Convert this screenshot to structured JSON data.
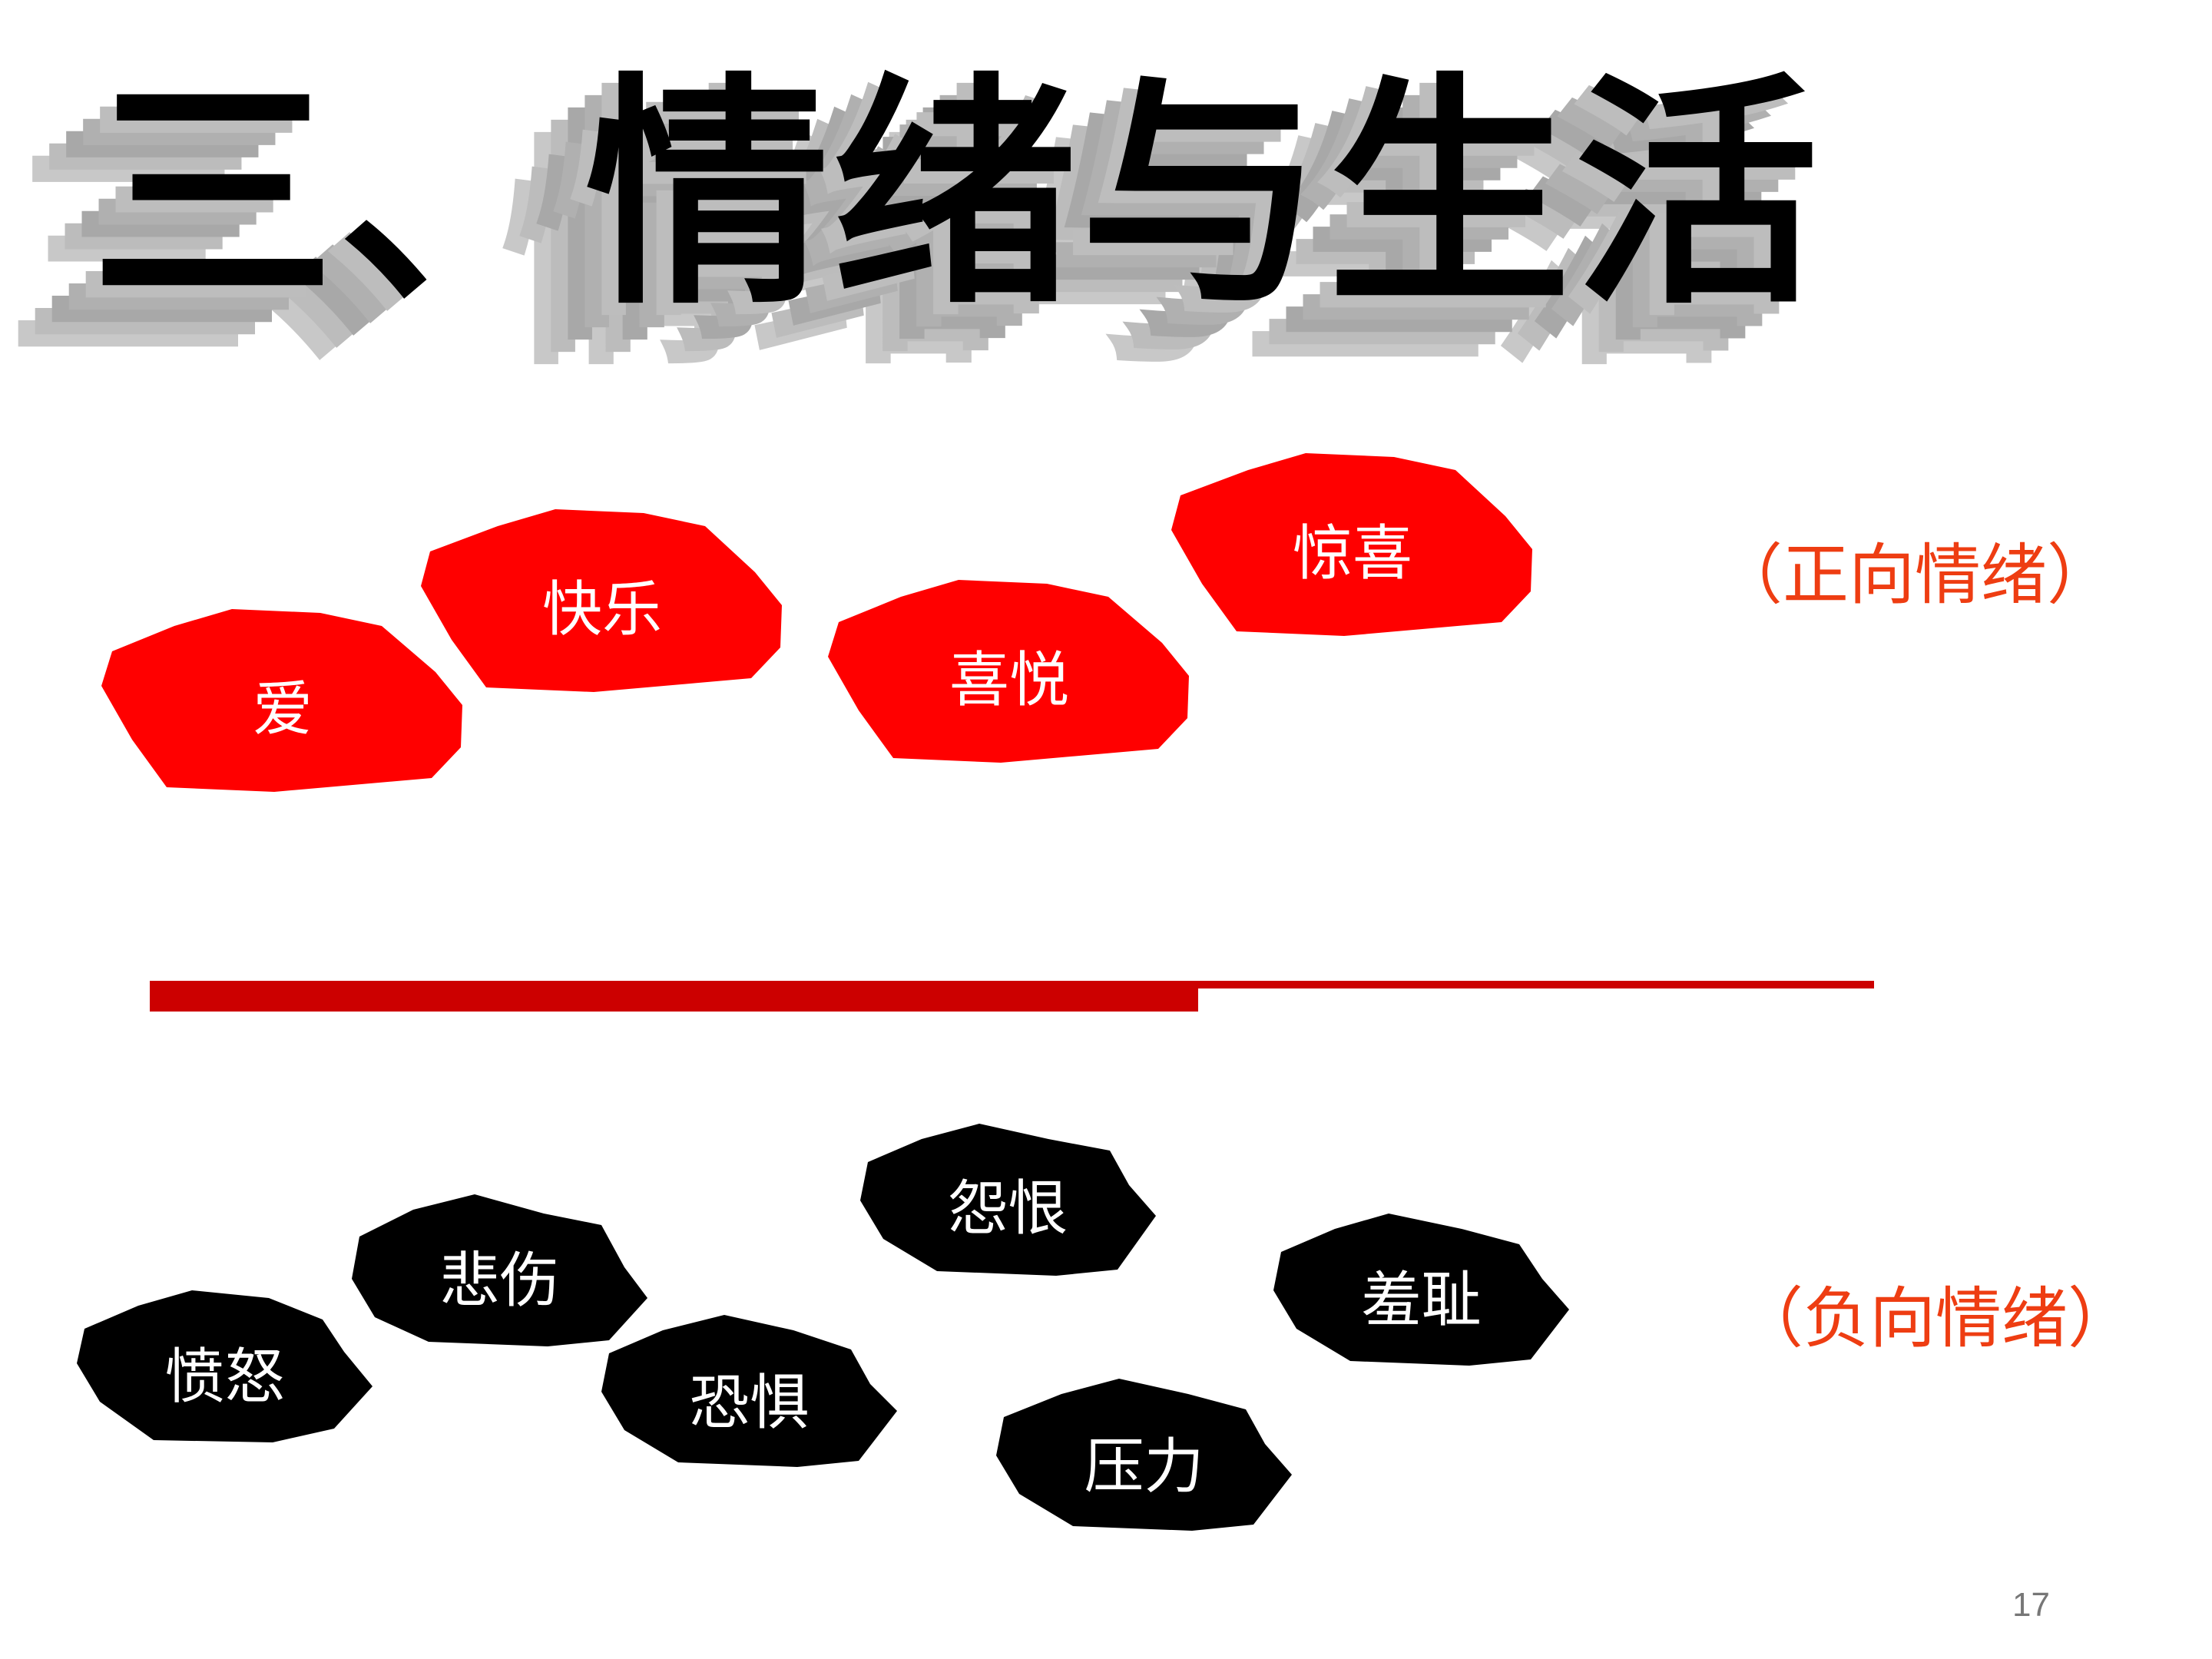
{
  "title": "三、情绪与生活",
  "positive": {
    "caption": "（正向情绪）",
    "color": "#ff0000",
    "items": [
      "爱",
      "快乐",
      "喜悦",
      "惊喜"
    ]
  },
  "negative": {
    "caption": "（负向情绪）",
    "color": "#000000",
    "items": [
      "愤怒",
      "悲伤",
      "恐惧",
      "怨恨",
      "压力",
      "羞耻"
    ]
  },
  "page_number": "17"
}
